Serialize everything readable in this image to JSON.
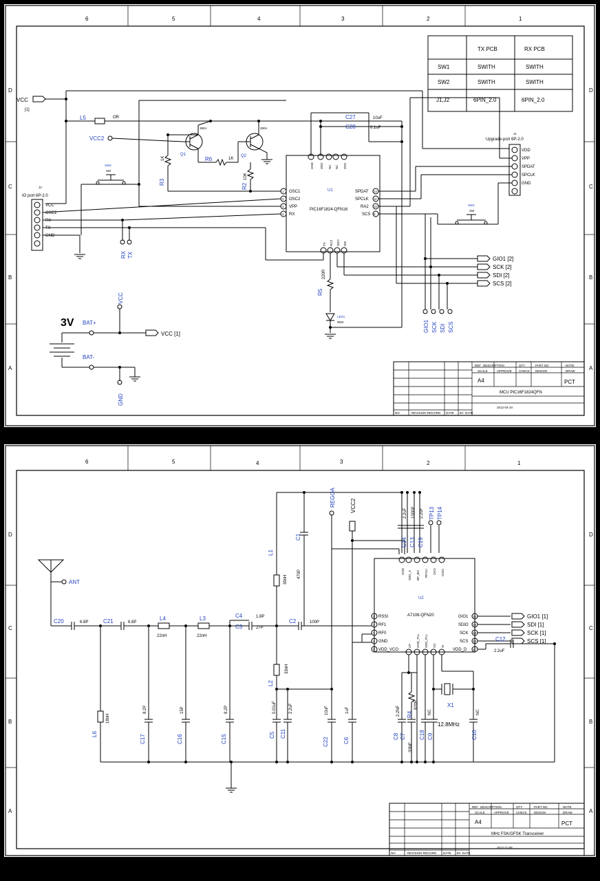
{
  "sheet1": {
    "zones_top": [
      "6",
      "5",
      "4",
      "3",
      "2",
      "1"
    ],
    "zones_side": [
      "D",
      "C",
      "B",
      "A"
    ],
    "table": {
      "headers": [
        "",
        "TX PCB",
        "RX PCB"
      ],
      "rows": [
        [
          "SW1",
          "SWITH",
          "SWITH"
        ],
        [
          "SW2",
          "SWITH",
          "SWITH"
        ],
        [
          "J1,J2",
          "6PIN_2.0",
          "6PIN_2.0"
        ]
      ]
    },
    "nets": {
      "vcc_top": "VCC",
      "vcc_top_ref": "[1]",
      "vcc2": "VCC2",
      "vcc_mid": "VCC",
      "vcc_right": "VCC [1]",
      "bat_plus": "BAT+",
      "bat_minus": "BAT-",
      "battery_volt": "3V",
      "gnd": "GND",
      "rx": "RX",
      "tx": "TX",
      "gio1": "GIO1",
      "sck": "SCK",
      "sdi": "SDI",
      "scs": "SCS",
      "gio1_port": "GIO1 [2]",
      "sck_port": "SCK [2]",
      "sdi_port": "SDI [2]",
      "scs_port": "SCS [2]"
    },
    "parts": {
      "l5": "L5",
      "l5_val": "OR",
      "c27": "C27",
      "c27_val": "10uF",
      "c28": "C28",
      "c28_val": "0.1uF",
      "q1_model": "3904",
      "q1": "Q1",
      "q2_model": "3904",
      "q2": "Q2",
      "r6": "R6",
      "r6_val": "1K",
      "r3": "R3",
      "r3_val": "1K",
      "r2": "R2",
      "r2_val": "10K",
      "r5": "R5",
      "r5_val": "220R",
      "led": "LED1",
      "led_val": "RED",
      "sw2": "SW2",
      "sw2_val": "SW",
      "sw1": "SW1",
      "sw1_val": "SW",
      "j1": "J1",
      "j1_val": "Upgrade-port 6P-2.0",
      "j2": "J2",
      "j2_val": "IO port 6P-2.0",
      "u1": "U1",
      "u1_val": "PIC16F1824-QFN16"
    },
    "j1_pins": [
      "VDD",
      "VPP",
      "SPDAT",
      "SPCLK",
      "GND"
    ],
    "j2_pins": [
      "VCC",
      "OSC2",
      "RX",
      "TX",
      "GND"
    ],
    "u1_left": [
      [
        "1",
        "OSC1"
      ],
      [
        "2",
        "OSC2"
      ],
      [
        "3",
        "VPP"
      ],
      [
        "4",
        "RX"
      ]
    ],
    "u1_right": [
      [
        "12",
        "SPDAT"
      ],
      [
        "11",
        "SPCLK"
      ],
      [
        "10",
        "RA2"
      ],
      [
        "9",
        "SCS"
      ]
    ],
    "u1_top": [
      "GND",
      "VDD",
      "NC",
      "NC",
      "VSS"
    ],
    "u1_bottom": [
      "TX",
      "RC3",
      "SDO",
      "SDI"
    ],
    "title_block": {
      "size": "A4",
      "company": "PCT",
      "title": "MCU PIC16F1824QFN",
      "date": "2012-04-10",
      "hdr": [
        "REF",
        "DESCRIPTION",
        "QTY",
        "PART NO",
        "NOTE"
      ],
      "hdr2": [
        "SCALE",
        "APPROVE",
        "CHECK",
        "DESIGN",
        "DRAW"
      ],
      "rev": [
        "NO",
        "REVISION RECORD",
        "DATE",
        "BY",
        "DATE"
      ]
    }
  },
  "sheet2": {
    "zones_top": [
      "6",
      "5",
      "4",
      "3",
      "2",
      "1"
    ],
    "zones_side": [
      "D",
      "C",
      "B",
      "A"
    ],
    "nets": {
      "ant": "ANT",
      "regoa": "REGOA",
      "vcc2": "VCC2",
      "tp13": "TP13",
      "tp14": "TP14",
      "gio1": "GIO1 [1]",
      "sdi": "SDI [1]",
      "sck": "SCK [1]",
      "scs": "SCS [1]"
    },
    "parts": {
      "c20": "C20",
      "c20_val": "6.8P",
      "c21": "C21",
      "c21_val": "6.8P",
      "l4": "L4",
      "l4_val": "22nH",
      "l3": "L3",
      "l3_val": "22nH",
      "c4": "C4",
      "c4_val": "1.8P",
      "c3": "C3",
      "c3_val": "27P",
      "c2": "C2",
      "c2_val": "100P",
      "l1": "L1",
      "l1_val": "39nH",
      "c1": "C1",
      "c1_val": "470P",
      "l2": "L2",
      "l2_val": "33nH",
      "l6": "L6",
      "l6_val": "18nH",
      "c17": "C17",
      "c17_val": "8.2P",
      "c16": "C16",
      "c16_val": "15P",
      "c15": "C15",
      "c15_val": "8.2P",
      "c5": "C5",
      "c5_val": "0.01uF",
      "c11": "C11",
      "c11_val": "2.2uF",
      "c22": "C22",
      "c22_val": "10uF",
      "c6": "C6",
      "c6_val": "1uF",
      "c14": "C14",
      "c14_val": "2.2uF",
      "c13": "C13",
      "c13_val": "1000P",
      "c19": "C19",
      "c19_val": "2.2uF",
      "c12": "C12",
      "c12_val": "2.2uF",
      "c8": "C8",
      "c8_val": "2.2NF",
      "c7": "C7",
      "c7_val": "33NF",
      "r4": "R4",
      "r4_val": "820R",
      "c18": "C18",
      "c18_val": "NC",
      "c9": "C9",
      "c9_val": "NC",
      "x1": "X1",
      "x1_val": "12.8MHz",
      "c10": "C10",
      "c10_val": "NC",
      "u2": "U2",
      "u2_val": "A7108-QFN20"
    },
    "u2_left": [
      [
        "1",
        "RSSI"
      ],
      [
        "2",
        "RF1"
      ],
      [
        "3",
        "RF0"
      ],
      [
        "4",
        "GND"
      ],
      [
        "5",
        "VDD_VCO"
      ]
    ],
    "u2_right": [
      [
        "15",
        "GIO1"
      ],
      [
        "14",
        "SDIO"
      ],
      [
        "13",
        "SCK"
      ],
      [
        "12",
        "SCS"
      ],
      [
        "11",
        "VDD_D"
      ]
    ],
    "u2_top": [
      "GND",
      "VDD_A",
      "BP_BG",
      "RFOU",
      "CKO",
      "GIO2"
    ],
    "u2_bottom": [
      "CP",
      "GND_PLL",
      "VDD_PLL",
      "XO",
      "XI"
    ],
    "title_block": {
      "size": "A4",
      "company": "PCT",
      "title": "MHz FSK/GFSK Transceiver",
      "date": "2012-11-08",
      "hdr": [
        "REF",
        "DESCRIPTION",
        "QTY",
        "PART NO",
        "NOTE"
      ],
      "hdr2": [
        "SCALE",
        "APPROVE",
        "CHECK",
        "DESIGN",
        "DRAW"
      ],
      "rev": [
        "NO",
        "REVISION RECORD",
        "DATE",
        "BY",
        "DATE"
      ]
    }
  }
}
